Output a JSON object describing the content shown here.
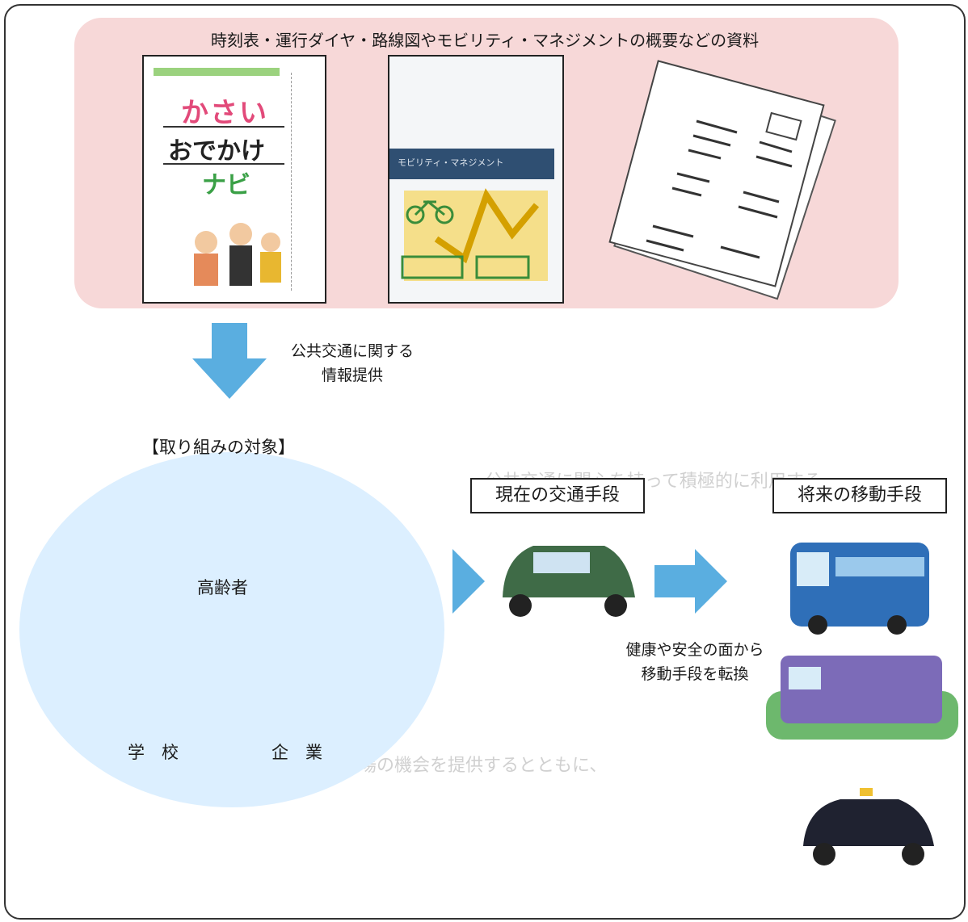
{
  "header": {
    "title": "時刻表・運行ダイヤ・路線図やモビリティ・マネジメントの概要などの資料"
  },
  "brochure1": {
    "line1": "かさい",
    "line2": "おでかけ",
    "line3": "ナビ"
  },
  "brochure2": {
    "banner": "モビリティ・マネジメント"
  },
  "info_arrow": {
    "line1": "公共交通に関する",
    "line2": "情報提供"
  },
  "targets": {
    "heading": "【取り組みの対象】",
    "elderly": "高齢者",
    "school": "学　校",
    "company": "企　業"
  },
  "current": {
    "label": "現在の交通手段"
  },
  "future": {
    "label": "将来の移動手段"
  },
  "shift": {
    "line1": "健康や安全の面から",
    "line2": "移動手段を転換"
  },
  "colors": {
    "pink_panel": "#f7d8d8",
    "circle": "#dcefff",
    "arrow": "#5aaee0",
    "car": "#3f6b47"
  }
}
